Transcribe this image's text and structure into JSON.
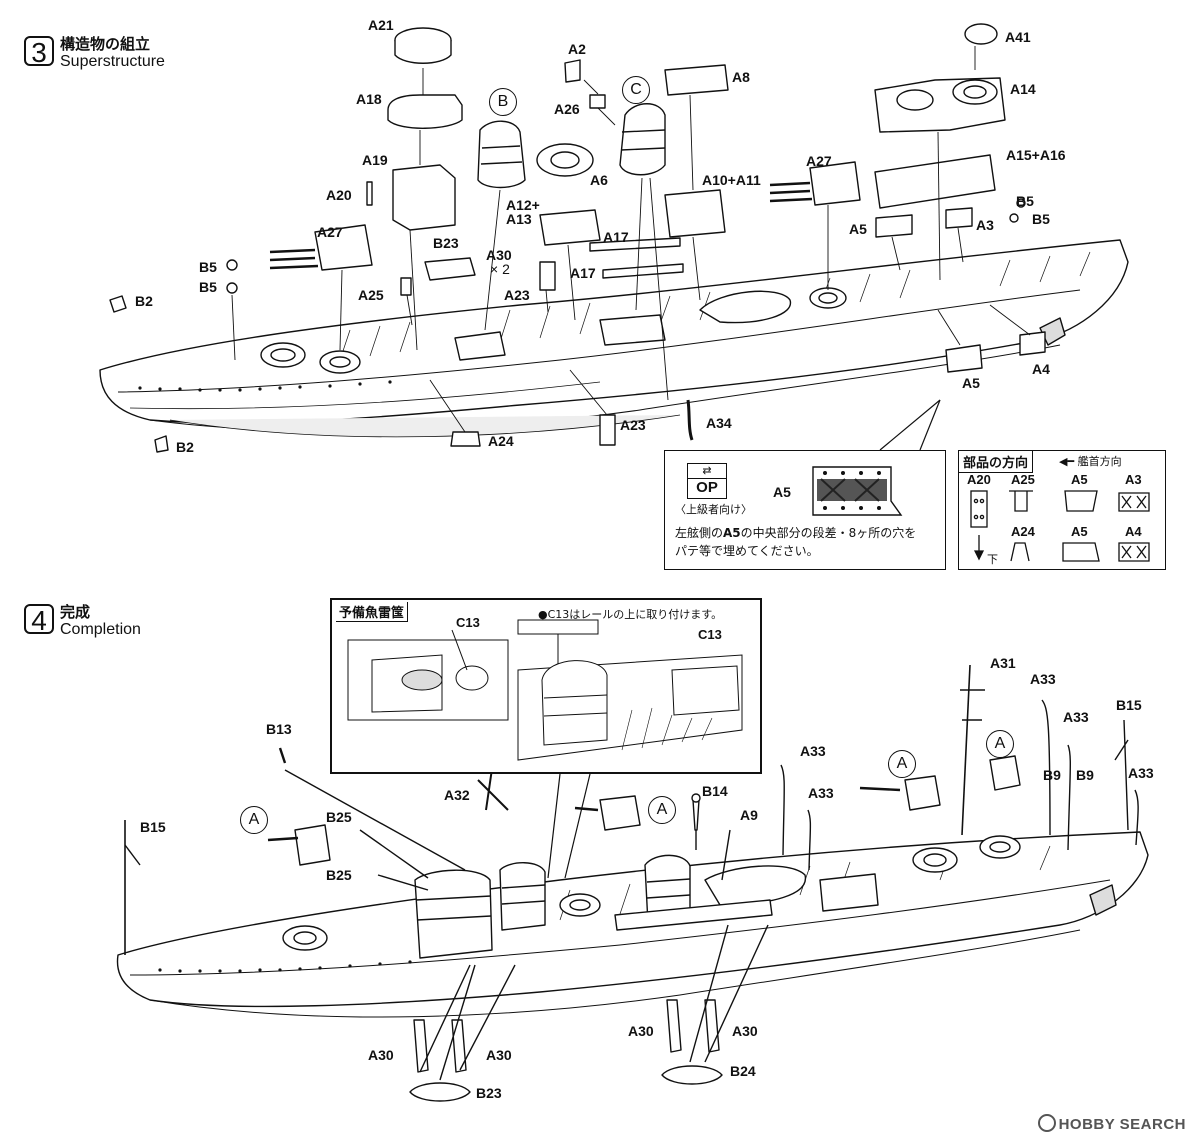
{
  "step3": {
    "number": "3",
    "title_ja": "構造物の組立",
    "title_en": "Superstructure"
  },
  "step4": {
    "number": "4",
    "title_ja": "完成",
    "title_en": "Completion"
  },
  "ref_letters": {
    "b": "B",
    "c": "C",
    "a": "A"
  },
  "part_labels_step3": {
    "a21": "A21",
    "a18": "A18",
    "a19": "A19",
    "a20": "A20",
    "a27_left": "A27",
    "b23": "B23",
    "a30x2": "A30",
    "x2": "× 2",
    "b5_1": "B5",
    "b5_2": "B5",
    "b2_top": "B2",
    "a25": "A25",
    "a23_1": "A23",
    "a24": "A24",
    "b2_bottom": "B2",
    "a2": "A2",
    "a26": "A26",
    "a6": "A6",
    "a12a13_1": "A12+",
    "a12a13_2": "A13",
    "a17_1": "A17",
    "a17_2": "A17",
    "a23_2": "A23",
    "a34": "A34",
    "a8": "A8",
    "a10a11": "A10+A11",
    "a27_right": "A27",
    "a41": "A41",
    "a14": "A14",
    "a15a16": "A15+A16",
    "b5_3": "B5",
    "b5_4": "B5",
    "a3": "A3",
    "a5_1": "A5",
    "a4": "A4",
    "a5_2": "A5"
  },
  "op_box": {
    "op_label": "OP",
    "advanced": "〈上級者向け〉",
    "part": "A5",
    "note_line1": "左舷側の",
    "note_bold": "A5",
    "note_line1b": "の中央部分の段差・8ヶ所の穴を",
    "note_line2": "パテ等で埋めてください。"
  },
  "orientation_box": {
    "title": "部品の方向",
    "bow_direction": "艦首方向",
    "labels": {
      "a20": "A20",
      "a25": "A25",
      "a5_top": "A5",
      "a3": "A3",
      "a24": "A24",
      "a5_bottom": "A5",
      "a4": "A4"
    },
    "down": "下"
  },
  "torpedo_box": {
    "title": "予備魚雷筺",
    "part": "C13"
  },
  "c13_note": {
    "text": "●C13はレールの上に取り付けます。",
    "part": "C13"
  },
  "part_labels_step4": {
    "b13": "B13",
    "b15_left": "B15",
    "b25_1": "B25",
    "b25_2": "B25",
    "a32": "A32",
    "b14": "B14",
    "a9": "A9",
    "a33_1": "A33",
    "a33_2": "A33",
    "a31": "A31",
    "a33_3": "A33",
    "a33_4": "A33",
    "b15_right": "B15",
    "b9_1": "B9",
    "b9_2": "B9",
    "a33_5": "A33",
    "a30_1": "A30",
    "a30_2": "A30",
    "b23": "B23",
    "a30_3": "A30",
    "a30_4": "A30",
    "b24": "B24"
  },
  "watermark": "HOBBY SEARCH",
  "colors": {
    "ink": "#111111",
    "hull_shade": "#e6e6e6",
    "panel_hatch": "#555555",
    "watermark": "#555555"
  }
}
